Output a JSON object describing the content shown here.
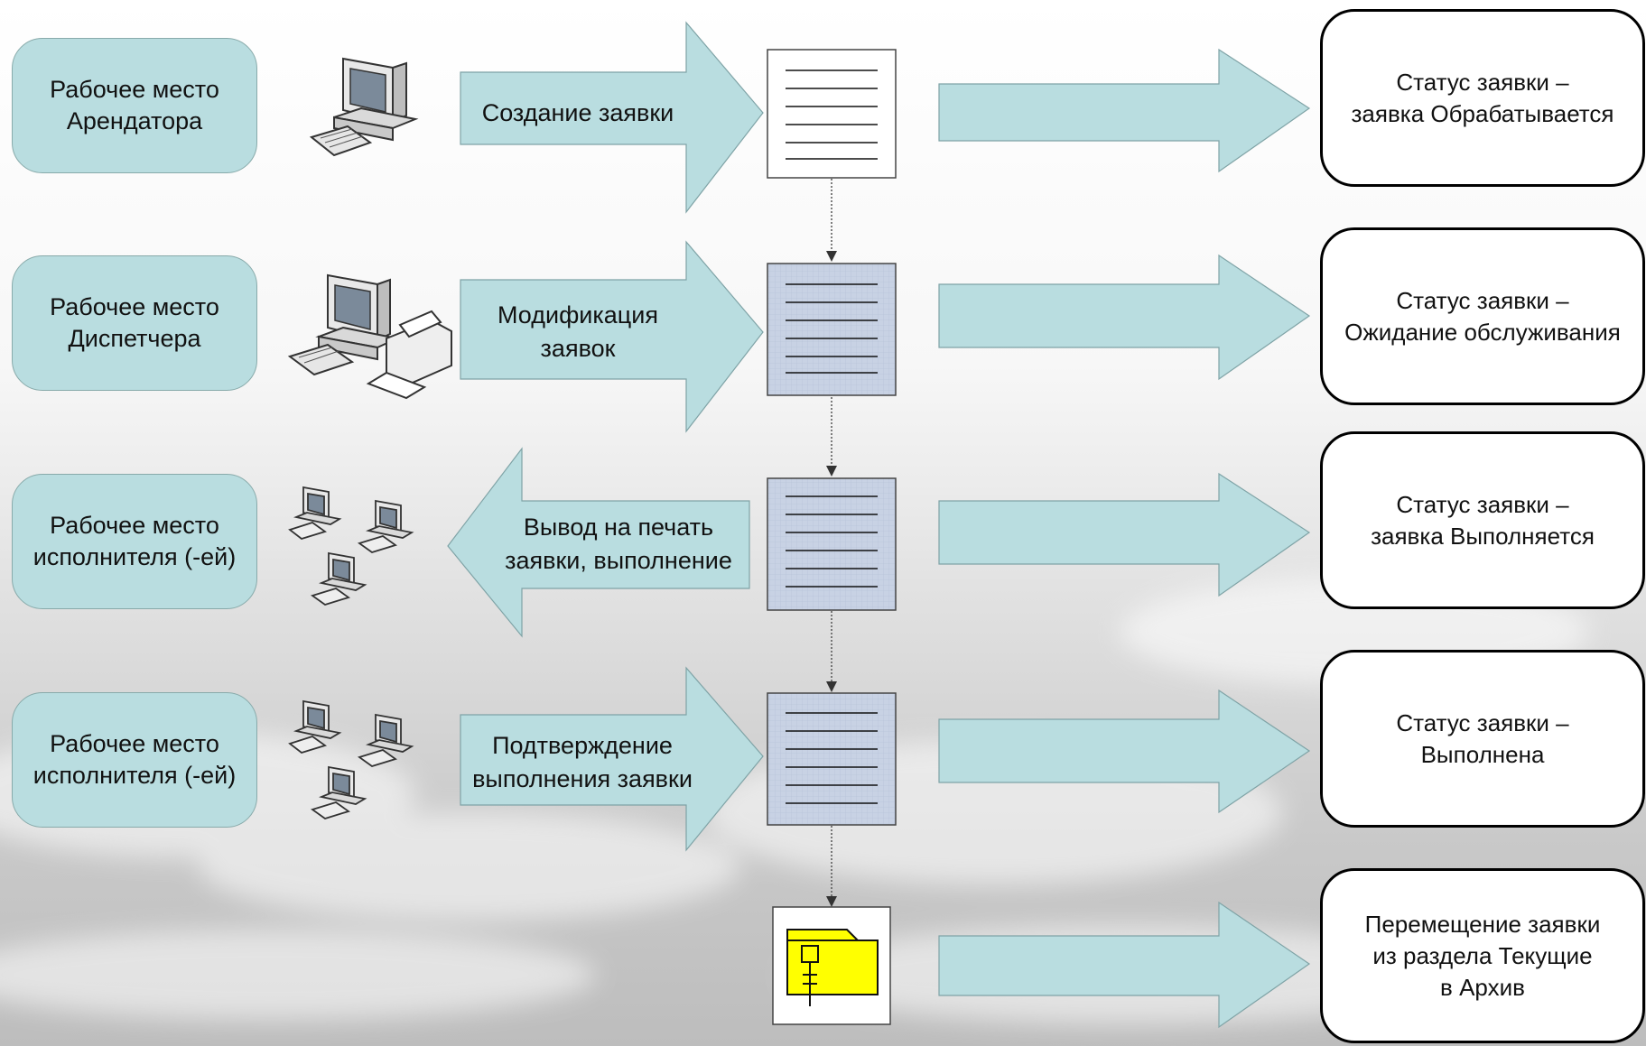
{
  "roles": [
    {
      "text": "Рабочее место\nАрендатора"
    },
    {
      "text": "Рабочее место\nДиспетчера"
    },
    {
      "text": "Рабочее место\nисполнителя (-ей)"
    },
    {
      "text": "Рабочее место\nисполнителя (-ей)"
    }
  ],
  "actions": [
    {
      "text": "Создание заявки"
    },
    {
      "text": "Модификация\nзаявок"
    },
    {
      "text": "Вывод на печать\nзаявки, выполнение"
    },
    {
      "text": "Подтверждение\nвыполнения заявки"
    }
  ],
  "statuses": [
    {
      "text": "Статус заявки –\nзаявка Обрабатывается"
    },
    {
      "text": "Статус заявки –\nОжидание обслуживания"
    },
    {
      "text": "Статус заявки –\nзаявка Выполняется"
    },
    {
      "text": "Статус заявки –\nВыполнена"
    },
    {
      "text": "Перемещение заявки\nиз раздела Текущие\nв Архив"
    }
  ],
  "icons": [
    "computer-icon",
    "computer-printer-icon",
    "network-computers-icon",
    "network-computers-icon",
    "document-icon",
    "archive-folder-icon"
  ],
  "colors": {
    "arrow_fill": "#b9dde0",
    "role_fill": "#b9dde0",
    "doc_fill": "#c8d2e4",
    "folder_fill": "#ffff00",
    "status_border": "#000000"
  }
}
